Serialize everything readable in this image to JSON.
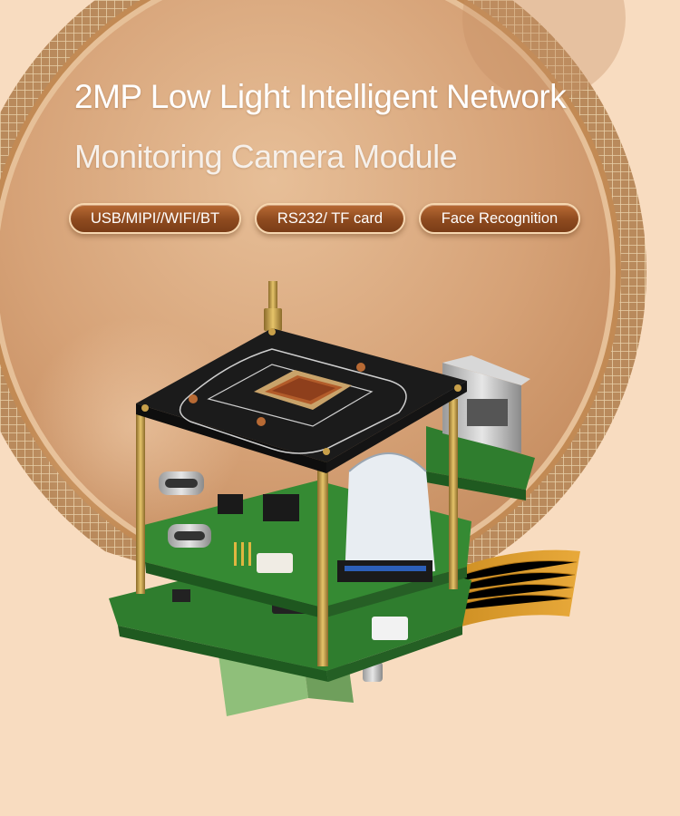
{
  "headline": {
    "line1": "2MP Low Light Intelligent Network",
    "line2": "Monitoring Camera Module"
  },
  "feature_tags": [
    {
      "label": "USB/MIPI//WIFI/BT"
    },
    {
      "label": "RS232/ TF card"
    },
    {
      "label": "Face Recognition"
    }
  ],
  "colors": {
    "background": "#f8dcc0",
    "disc": "#d9a77c",
    "pill_fill": "#8e4a1f",
    "pcb_green": "#3d8f3a",
    "pcb_black": "#1c1c1c"
  }
}
